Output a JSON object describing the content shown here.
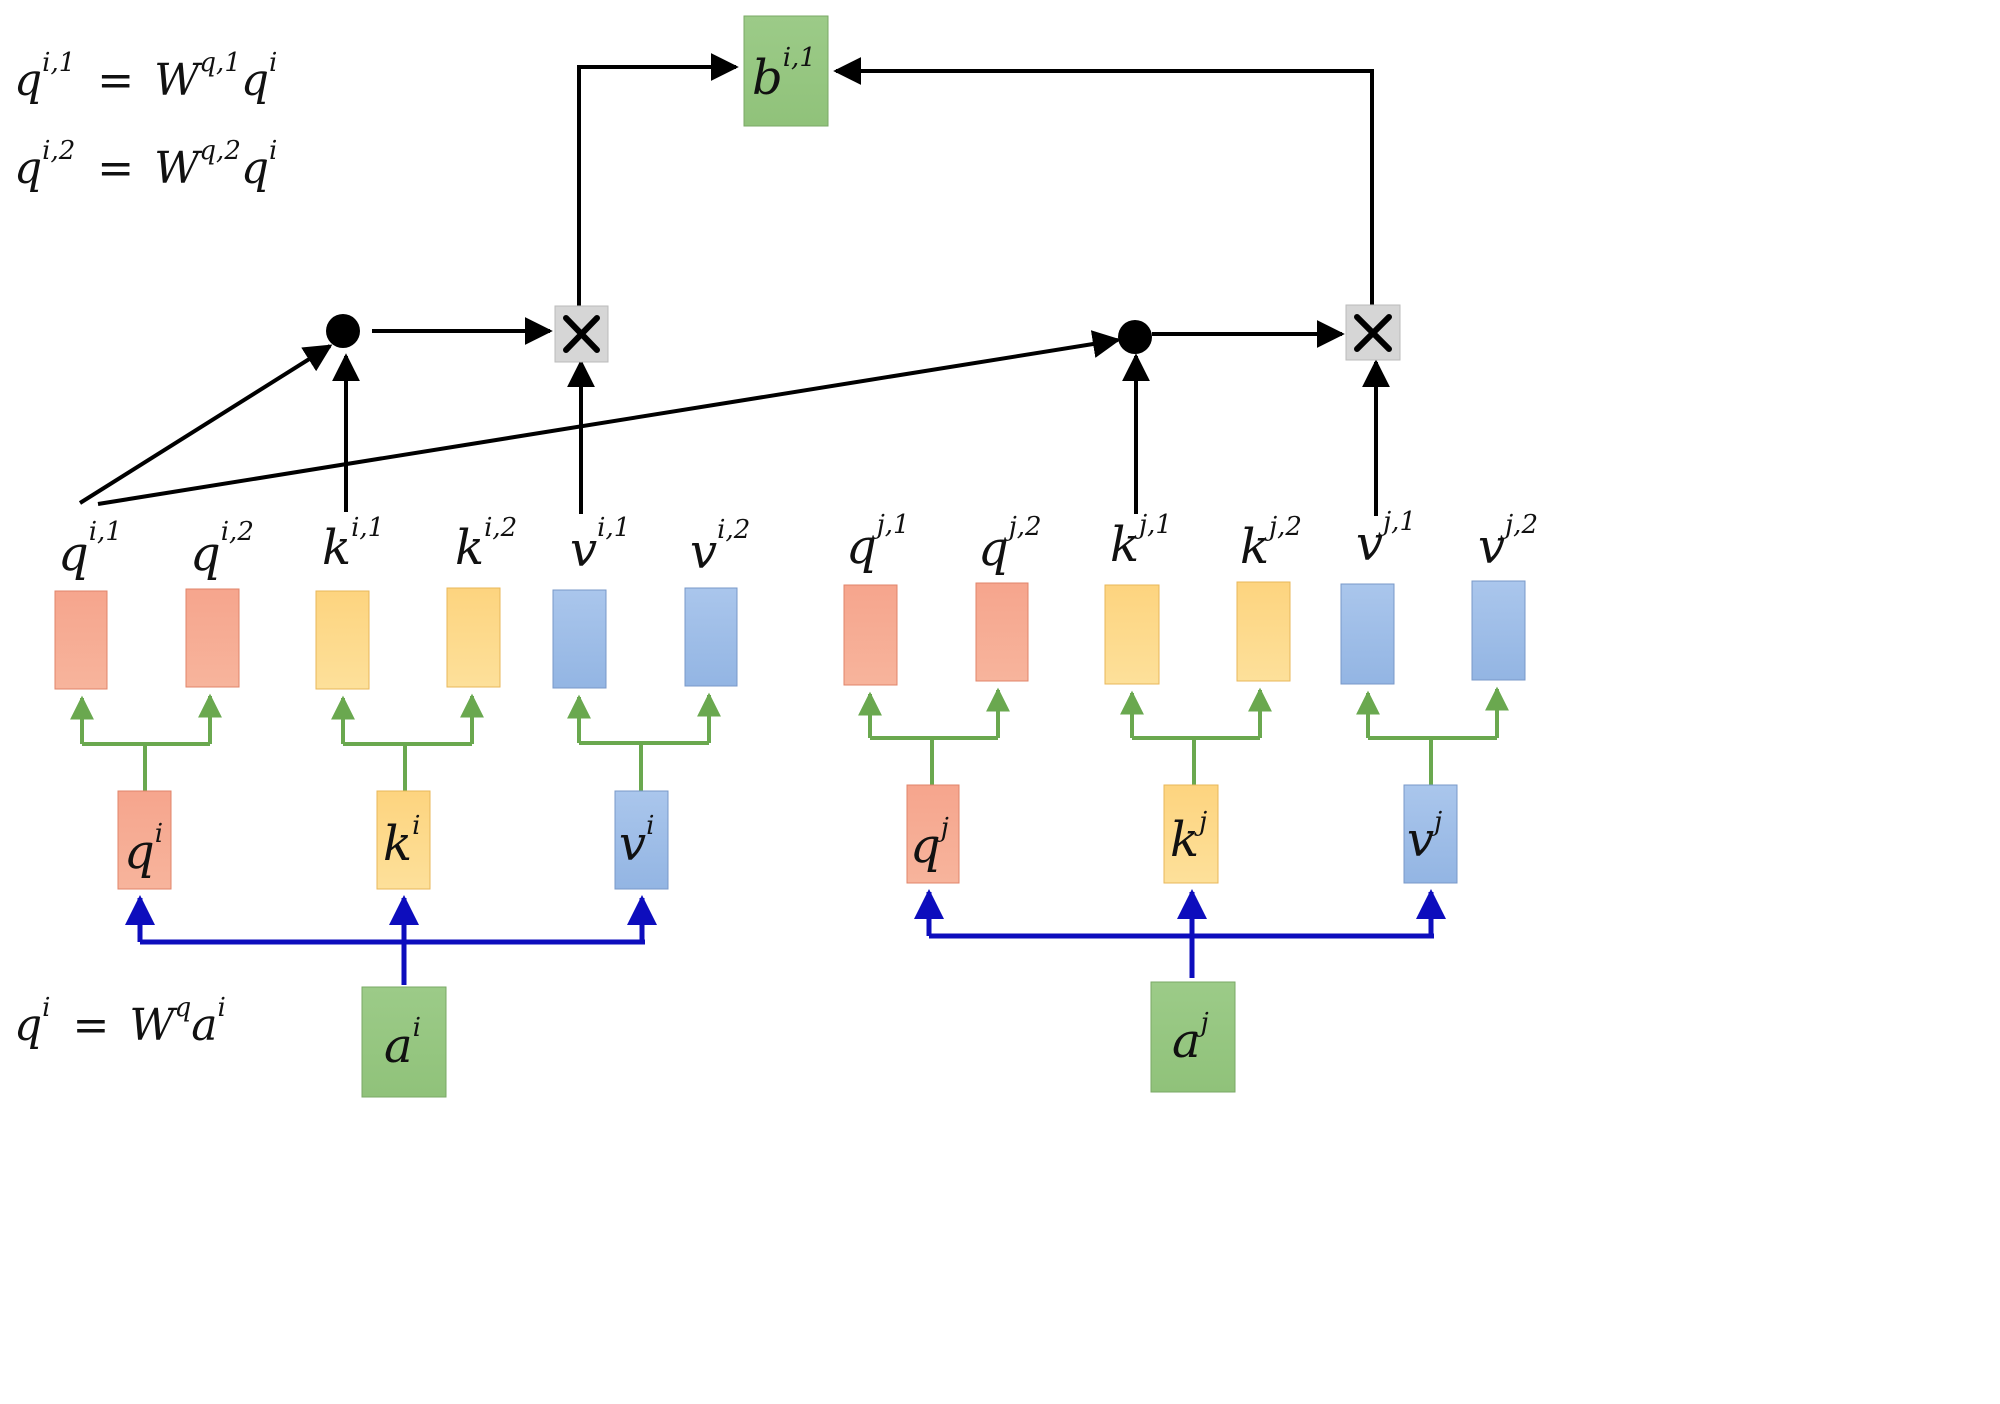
{
  "colors": {
    "q_fill": "#f6a58d",
    "k_fill": "#fdd47f",
    "v_fill": "#9fbde6",
    "a_fill": "#98c884",
    "op_fill": "#d6d6d6",
    "branch": "#6aa84f",
    "input": "#0d0dbd",
    "arrow": "#000000"
  },
  "equations": {
    "eq1": {
      "lhs_base": "q",
      "lhs_sup": "i,1",
      "rhs_base": "W",
      "rhs_sup": "q,1",
      "rhs_base2": "q",
      "rhs_sup2": "i"
    },
    "eq2": {
      "lhs_base": "q",
      "lhs_sup": "i,2",
      "rhs_base": "W",
      "rhs_sup": "q,2",
      "rhs_base2": "q",
      "rhs_sup2": "i"
    },
    "eq3": {
      "lhs_base": "q",
      "lhs_sup": "i",
      "rhs_base": "W",
      "rhs_sup": "q",
      "rhs_base2": "a",
      "rhs_sup2": "i"
    },
    "equals": "="
  },
  "output": {
    "base": "b",
    "sup": "i,1"
  },
  "operators": {
    "dot": "dot-product",
    "multiply": "×"
  },
  "groups": {
    "i": {
      "inputs": {
        "base": "a",
        "sup": "i"
      },
      "mids": [
        {
          "base": "q",
          "sup": "i"
        },
        {
          "base": "k",
          "sup": "i"
        },
        {
          "base": "v",
          "sup": "i"
        }
      ],
      "heads": [
        {
          "base": "q",
          "sup": "i,1"
        },
        {
          "base": "q",
          "sup": "i,2"
        },
        {
          "base": "k",
          "sup": "i,1"
        },
        {
          "base": "k",
          "sup": "i,2"
        },
        {
          "base": "v",
          "sup": "i,1"
        },
        {
          "base": "v",
          "sup": "i,2"
        }
      ]
    },
    "j": {
      "inputs": {
        "base": "a",
        "sup": "j"
      },
      "mids": [
        {
          "base": "q",
          "sup": "j"
        },
        {
          "base": "k",
          "sup": "j"
        },
        {
          "base": "v",
          "sup": "j"
        }
      ],
      "heads": [
        {
          "base": "q",
          "sup": "j,1"
        },
        {
          "base": "q",
          "sup": "j,2"
        },
        {
          "base": "k",
          "sup": "j,1"
        },
        {
          "base": "k",
          "sup": "j,2"
        },
        {
          "base": "v",
          "sup": "j,1"
        },
        {
          "base": "v",
          "sup": "j,2"
        }
      ]
    }
  }
}
